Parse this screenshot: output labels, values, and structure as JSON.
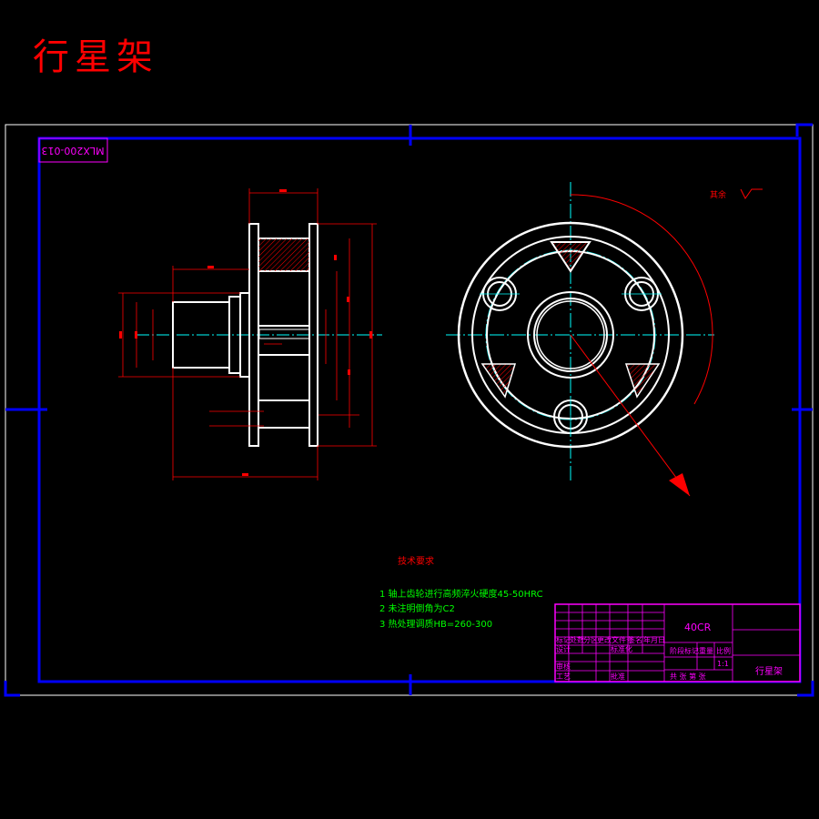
{
  "title": "行星架",
  "drawing_number": "MLX200-013",
  "material": "40CR",
  "tech_requirements": {
    "heading": "技术要求",
    "items": [
      "1  轴上齿轮进行高频淬火硬度45-50HRC",
      "2  未注明倒角为C2",
      "3  热处理调质HB=260-300"
    ]
  },
  "surface_note": "其余",
  "title_block": {
    "part_name": "行星架",
    "row_labels": [
      "标记",
      "处数",
      "分区",
      "更改文件号",
      "签名",
      "年月日"
    ],
    "design_label": "设计",
    "standard_label": "标准化",
    "review_label": "审核",
    "process_label": "工艺",
    "approve_label": "批准",
    "stage_label": "阶段标记",
    "weight_label": "重量",
    "scale_label": "比例",
    "scale_value": "1:1",
    "sheet_text": "共  张 第  张"
  },
  "colors": {
    "frame": "#0000ff",
    "outline": "#ffffff",
    "dimension": "#ff0000",
    "centerline": "#00ffff",
    "title_block": "#ff00ff",
    "requirements": "#00ff00",
    "heading": "#ff0000"
  }
}
